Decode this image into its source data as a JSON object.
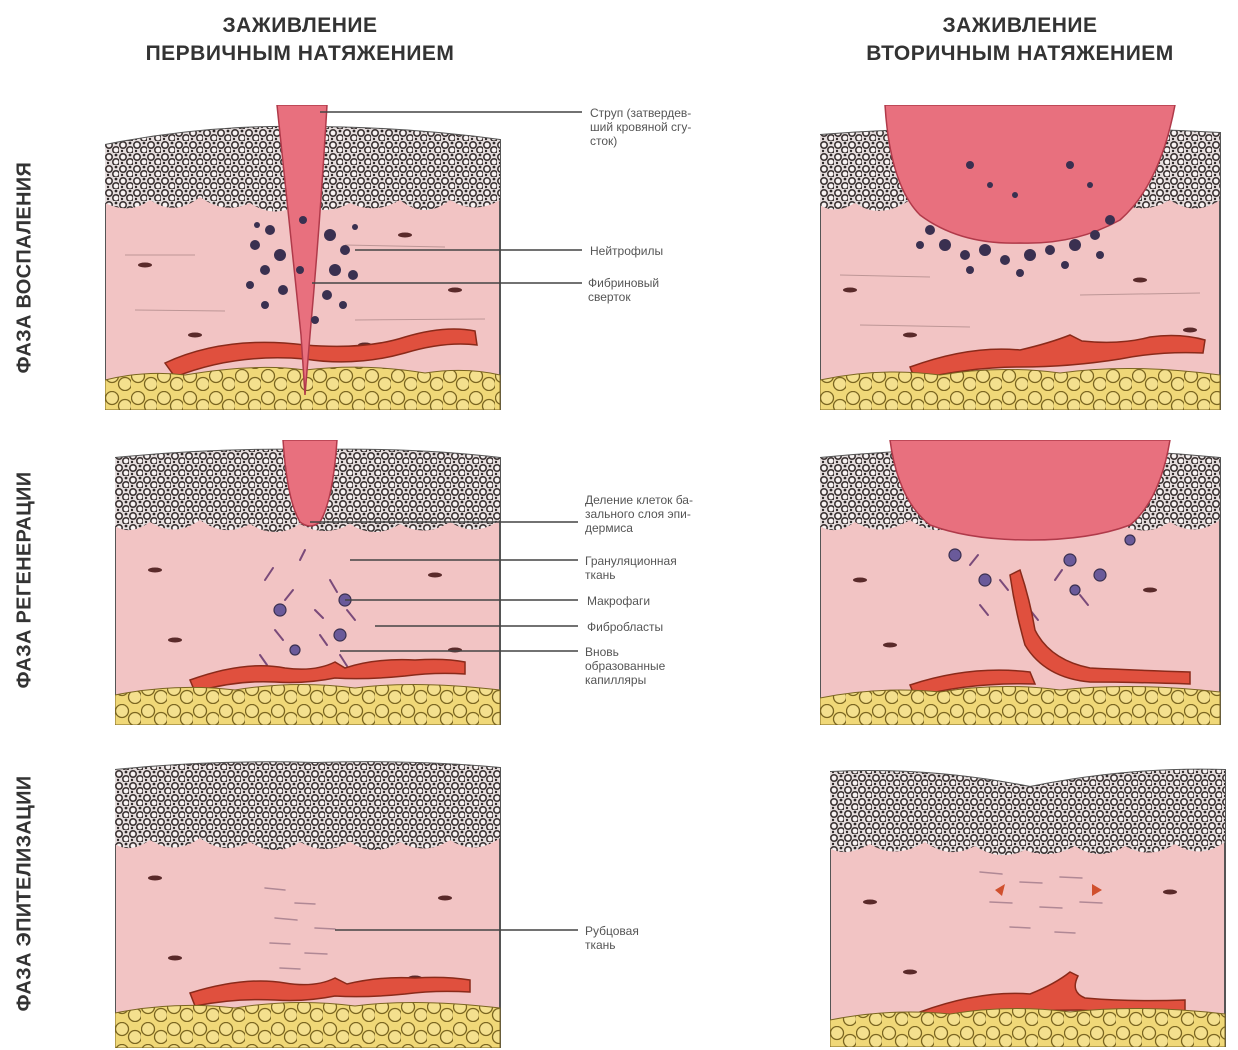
{
  "columns": {
    "primary": {
      "line1": "ЗАЖИВЛЕНИЕ",
      "line2": "ПЕРВИЧНЫМ НАТЯЖЕНИЕМ"
    },
    "secondary": {
      "line1": "ЗАЖИВЛЕНИЕ",
      "line2": "ВТОРИЧНЫМ НАТЯЖЕНИЕМ"
    }
  },
  "phases": {
    "inflammation": "ФАЗА ВОСПАЛЕНИЯ",
    "regeneration": "ФАЗА РЕГЕНЕРАЦИИ",
    "epithelialization": "ФАЗА ЭПИТЕЛИЗАЦИИ"
  },
  "callouts": {
    "scab": "Струп (затвердев-\nший кровяной сгу-\nсток)",
    "neutrophils": "Нейтрофилы",
    "fibrin": "Фибриновый\nсверток",
    "basal_division": "Деление клеток ба-\nзального слоя эпи-\nдермиса",
    "granulation": "Грануляционная\nткань",
    "macrophages": "Макрофаги",
    "fibroblasts": "Фибробласты",
    "new_capillaries": "Вновь\nобразованные\nкапилляры",
    "scar": "Рубцовая\nткань"
  },
  "colors": {
    "dermis": "#f2c4c4",
    "epidermis": "#8a7f7f",
    "clot": "#e8707e",
    "vessel": "#e0503e",
    "fat": "#f0d878",
    "cells": "#3a3050"
  }
}
